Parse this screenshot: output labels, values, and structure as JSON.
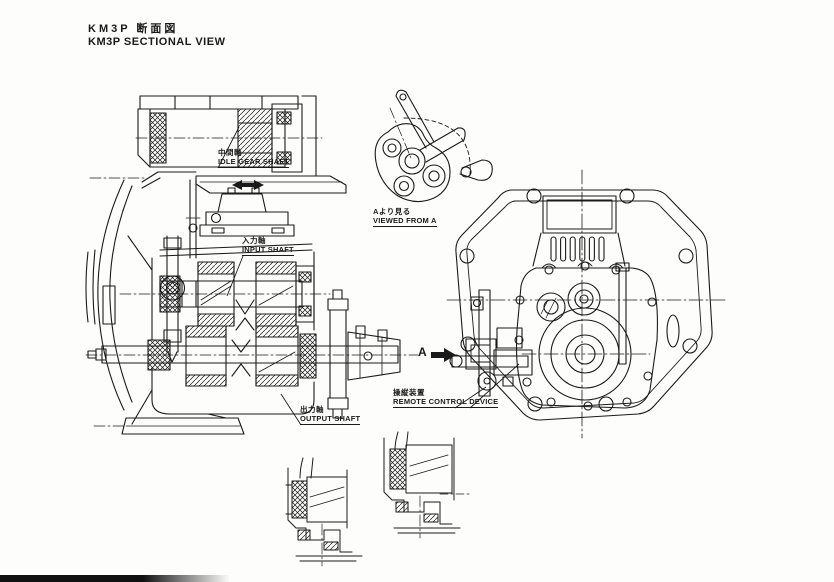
{
  "title": {
    "jp": "KM3P 断面図",
    "en": "KM3P SECTIONAL VIEW"
  },
  "labels": {
    "idle_gear_shaft": {
      "jp": "中間軸",
      "en": "IDLE GEAR SHAFT"
    },
    "input_shaft": {
      "jp": "入力軸",
      "en": "INPUT SHAFT"
    },
    "output_shaft": {
      "jp": "出力軸",
      "en": "OUTPUT SHAFT"
    },
    "viewed_from_a": {
      "jp": "Aより見る",
      "en": "VIEWED FROM A"
    },
    "remote_control_device": {
      "jp": "操縦装置",
      "en": "REMOTE CONTROL DEVICE"
    },
    "section_arrow": {
      "letter": "A"
    }
  },
  "colors": {
    "ink": "#1a1a1a",
    "paper": "#fdfdfc"
  }
}
